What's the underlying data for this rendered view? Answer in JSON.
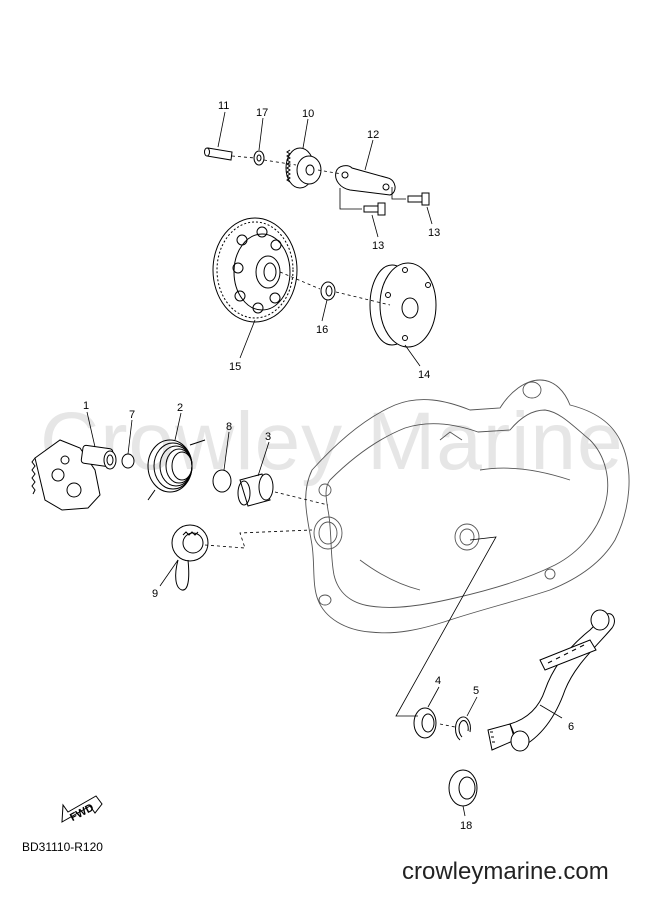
{
  "diagram": {
    "watermark": "Crowley Marine",
    "drawing_code": "BD31110-R120",
    "site_label": "crowleymarine.com",
    "fwd_label": "FWD",
    "callouts": [
      {
        "id": "1",
        "label": "1"
      },
      {
        "id": "2",
        "label": "2"
      },
      {
        "id": "3",
        "label": "3"
      },
      {
        "id": "4",
        "label": "4"
      },
      {
        "id": "5",
        "label": "5"
      },
      {
        "id": "6",
        "label": "6"
      },
      {
        "id": "7",
        "label": "7"
      },
      {
        "id": "8",
        "label": "8"
      },
      {
        "id": "9",
        "label": "9"
      },
      {
        "id": "10",
        "label": "10"
      },
      {
        "id": "11",
        "label": "11"
      },
      {
        "id": "12",
        "label": "12"
      },
      {
        "id": "13a",
        "label": "13"
      },
      {
        "id": "13b",
        "label": "13"
      },
      {
        "id": "14",
        "label": "14"
      },
      {
        "id": "15",
        "label": "15"
      },
      {
        "id": "16",
        "label": "16"
      },
      {
        "id": "17",
        "label": "17"
      },
      {
        "id": "18",
        "label": "18"
      }
    ]
  }
}
